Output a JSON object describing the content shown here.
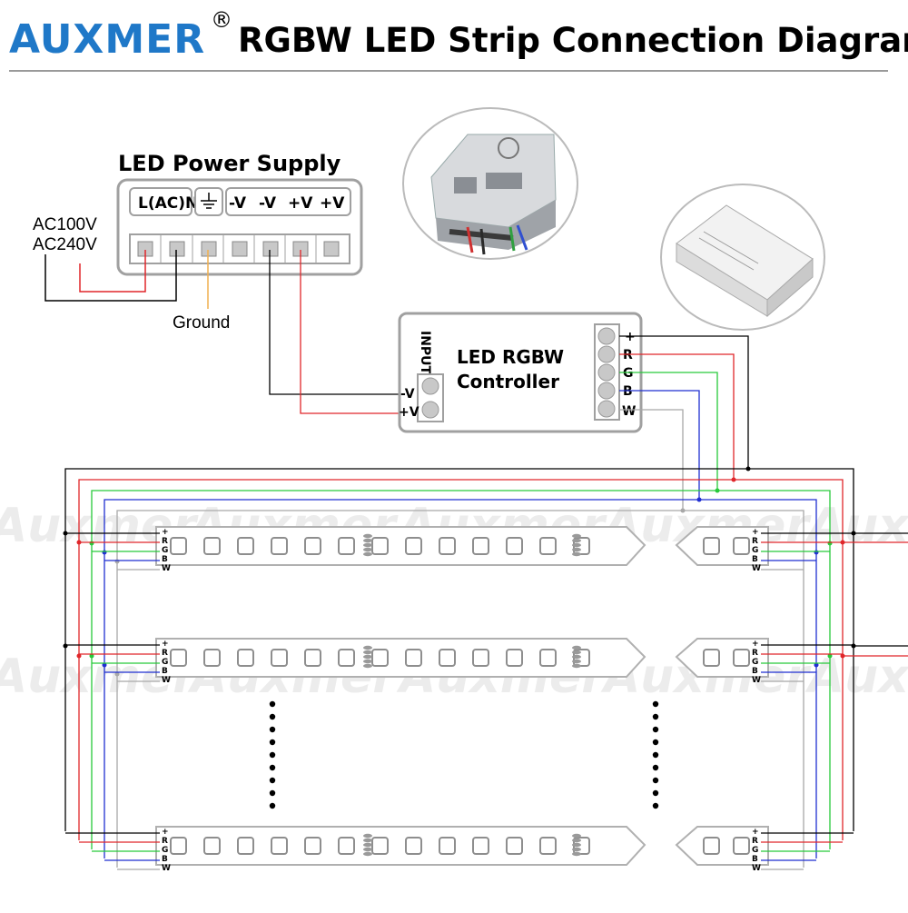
{
  "header": {
    "brand": "AUXMER",
    "registered_mark": "®",
    "title": "RGBW LED Strip Connection Diagram"
  },
  "power_supply": {
    "title": "LED Power Supply",
    "terminals": [
      "L(AC)N",
      "⏚",
      "-V",
      "-V",
      "+V",
      "+V"
    ],
    "ac_input_label_1": "AC100V",
    "ac_input_label_2": "AC240V",
    "ground_label": "Ground"
  },
  "controller": {
    "title_line1": "LED RGBW",
    "title_line2": "Controller",
    "input_label": "INPUT",
    "input_pins": [
      "-V",
      "+V"
    ],
    "output_pins": [
      "+",
      "R",
      "G",
      "B",
      "W"
    ]
  },
  "strip": {
    "pin_labels": [
      "+",
      "R",
      "G",
      "B",
      "W"
    ]
  },
  "watermark": "Auxmer",
  "colors": {
    "brand": "#1f78c8",
    "positive": "#000000",
    "red": "#e0262a",
    "green": "#27c93a",
    "blue": "#1f2fd1",
    "white": "#a8a8a8",
    "ground": "#f0b050"
  }
}
